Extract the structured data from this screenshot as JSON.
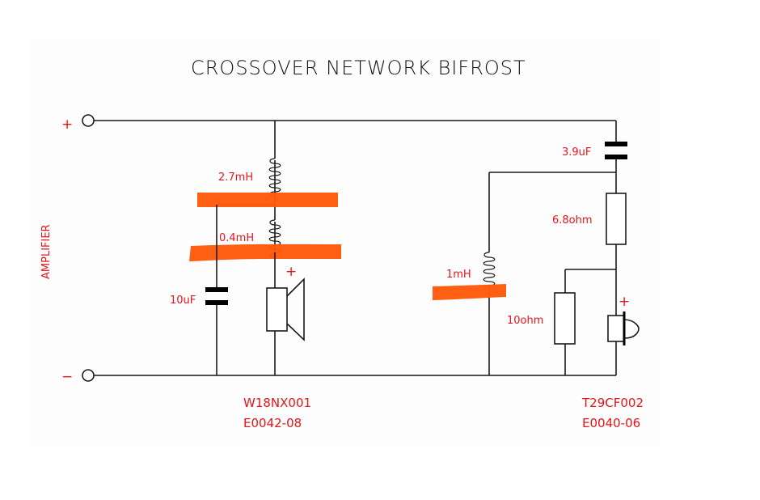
{
  "title": "CROSSOVER NETWORK  BIFROST",
  "source": {
    "label": "AMPLIFIER",
    "positive_sign": "+",
    "negative_sign": "−"
  },
  "woofer_section": {
    "components": [
      {
        "id": "L1",
        "type": "inductor",
        "value": "2.7mH"
      },
      {
        "id": "L2",
        "type": "inductor",
        "value": "0.4mH"
      },
      {
        "id": "C1",
        "type": "capacitor",
        "value": "10uF"
      },
      {
        "id": "SPK1",
        "type": "woofer",
        "polarity": "+"
      }
    ],
    "driver_model": "W18NX001",
    "driver_code": "E0042-08"
  },
  "tweeter_section": {
    "components": [
      {
        "id": "C2",
        "type": "capacitor",
        "value": "3.9uF"
      },
      {
        "id": "L3",
        "type": "inductor",
        "value": "1mH"
      },
      {
        "id": "R1",
        "type": "resistor",
        "value": "6.8ohm"
      },
      {
        "id": "R2",
        "type": "resistor",
        "value": "10ohm"
      },
      {
        "id": "SPK2",
        "type": "tweeter",
        "polarity": "+"
      }
    ],
    "driver_model": "T29CF002",
    "driver_code": "E0040-06"
  },
  "labels": {
    "l1": "2.7mH",
    "l2": "0.4mH",
    "c1": "10uF",
    "c2": "3.9uF",
    "l3": "1mH",
    "r1": "6.8ohm",
    "r2": "10ohm",
    "woofer_plus": "+",
    "tweeter_plus": "+"
  },
  "highlight_color": "#ff5a0a",
  "label_color": "#e8141a"
}
